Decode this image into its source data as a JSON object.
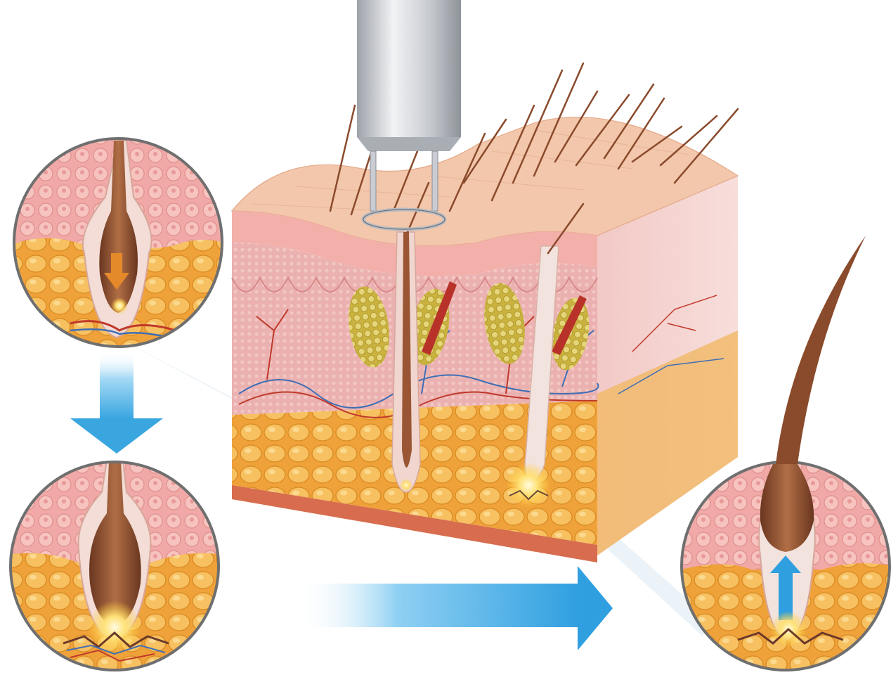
{
  "figure": {
    "panels": [
      {
        "id": "step-1",
        "hair_stage": "bulb-with-arrow-down"
      },
      {
        "id": "step-2",
        "hair_stage": "bulb-destroyed-root"
      },
      {
        "id": "step-3",
        "hair_stage": "hair-loosened-arrow-up"
      }
    ],
    "arrows": [
      "down-arrow",
      "right-arrow",
      "up-arrow",
      "down-arrow"
    ],
    "icons": [
      "needle-probe-icon",
      "hair-follicle-icon",
      "sebaceous-gland-icon",
      "blood-vessel-icon"
    ],
    "colors": {
      "skin_top": "#f3c4a8",
      "epidermis": "#f0a7a3",
      "dermis": "#eab1b0",
      "fat": "#f2b24a",
      "hair": "#8a4a2c",
      "gland": "#d9c24a",
      "muscle": "#b8322a",
      "vessel_red": "#c0392b",
      "vessel_blue": "#3f6fb5",
      "arrow_blue": "#3aa6e0",
      "arrow_orange": "#e58a2a",
      "circle_border": "#6f6f6f",
      "probe": "#c9ccd2"
    }
  }
}
